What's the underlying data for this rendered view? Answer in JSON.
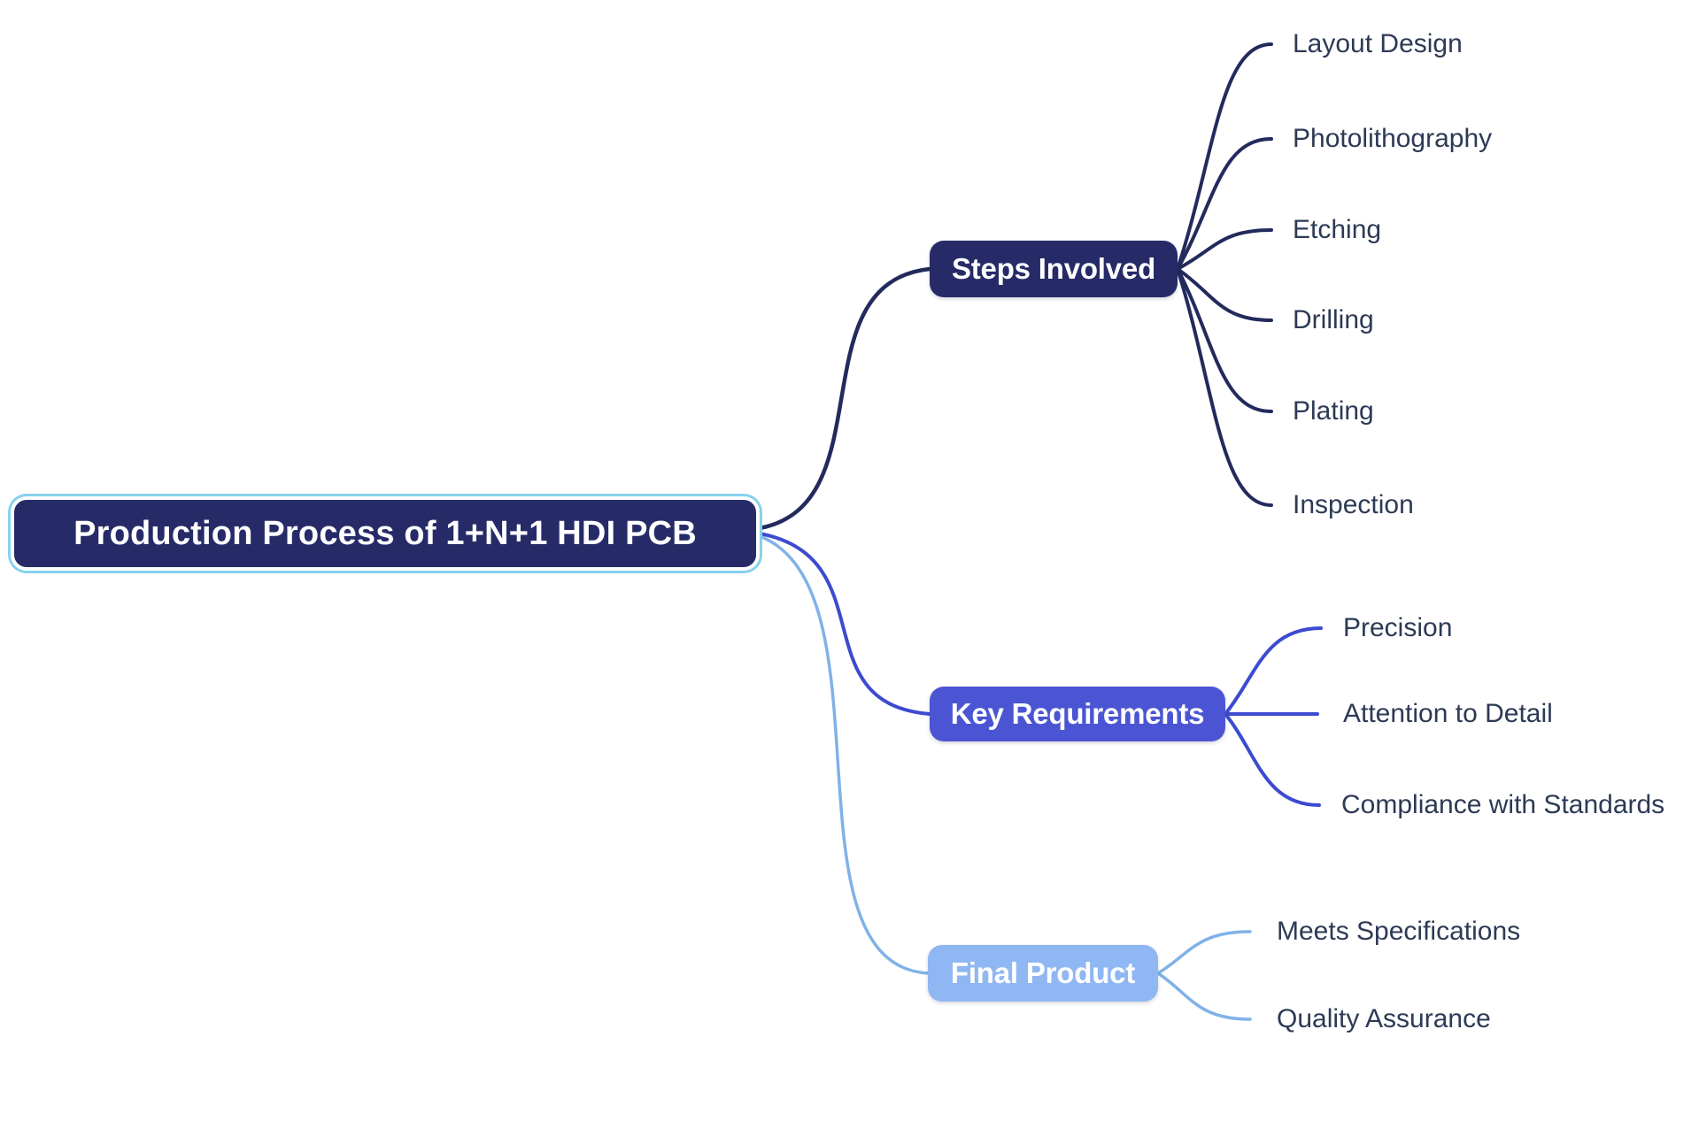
{
  "diagram": {
    "type": "mindmap",
    "title": "Production Process of 1+N+1 HDI PCB"
  },
  "root": {
    "label": "Production Process of 1+N+1 HDI PCB"
  },
  "branches": [
    {
      "label": "Steps Involved",
      "color": "#262b68",
      "children": [
        {
          "label": "Layout Design"
        },
        {
          "label": "Photolithography"
        },
        {
          "label": "Etching"
        },
        {
          "label": "Drilling"
        },
        {
          "label": "Plating"
        },
        {
          "label": "Inspection"
        }
      ]
    },
    {
      "label": "Key Requirements",
      "color": "#4b55d4",
      "children": [
        {
          "label": "Precision"
        },
        {
          "label": "Attention to Detail"
        },
        {
          "label": "Compliance with Standards"
        }
      ]
    },
    {
      "label": "Final Product",
      "color": "#8fb7f3",
      "children": [
        {
          "label": "Meets Specifications"
        },
        {
          "label": "Quality Assurance"
        }
      ]
    }
  ],
  "palette": {
    "background": "#ffffff",
    "navy-fill": "#262b68",
    "navy-edge": "#232a5c",
    "indigo-fill": "#4b55d4",
    "indigo-edge": "#3c4bd0",
    "sky-fill": "#8fb7f3",
    "sky-edge": "#7fb2e8",
    "cyan-ring": "#87d1ee",
    "leaf-text": "#2d3a55",
    "node-text": "#ffffff"
  }
}
